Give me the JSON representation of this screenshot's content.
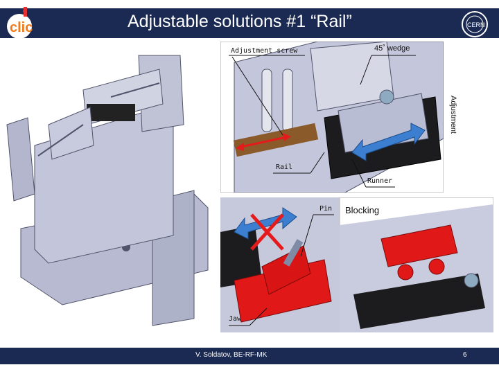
{
  "header": {
    "title": "Adjustable solutions #1 “Rail”",
    "left_logo": "clic-logo",
    "right_logo": "cern-logo"
  },
  "labels": {
    "adjustment_screw": "Adjustment screw",
    "wedge": "45˚ wedge",
    "adjustment": "Adjustment",
    "rail": "Rail",
    "runner": "Runner",
    "pin": "Pin",
    "blocking": "Blocking",
    "jaw": "Jaw"
  },
  "footer": {
    "author": "V. Soldatov, BE-RF-MK",
    "page": "6"
  },
  "colors": {
    "band": "#1b2a52",
    "part_grey": "#b9bdd3",
    "part_red": "#e01818",
    "arrow_blue": "#3c7fd0"
  }
}
